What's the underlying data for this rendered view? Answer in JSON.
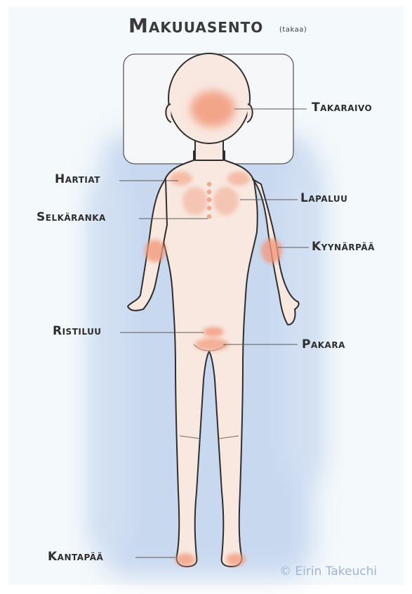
{
  "title": {
    "main": "Makuuasento",
    "sub": "(takaa)"
  },
  "labels": {
    "takaraivo": "Takaraivo",
    "hartiat": "Hartiat",
    "lapaluu": "Lapaluu",
    "selkaranka": "Selkäranka",
    "kyynarpaa": "Kyynärpää",
    "ristiluu": "Ristiluu",
    "pakara": "Pakara",
    "kantapaa": "Kantapää"
  },
  "credit": "© Eirin Takeuchi",
  "colors": {
    "background": "#f4f9fb",
    "bed_blue": "#b9cdec",
    "skin": "#f8e8e0",
    "pressure_spot": "#f39a7c",
    "outline": "#2e2e2e",
    "credit": "#9fb4d6"
  }
}
